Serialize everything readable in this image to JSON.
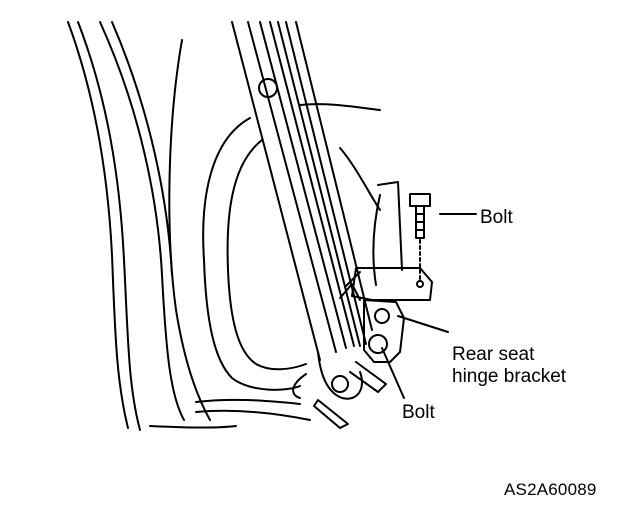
{
  "labels": {
    "bolt_top": "Bolt",
    "rear_seat_line1": "Rear seat",
    "rear_seat_line2": "hinge bracket",
    "bolt_bottom": "Bolt",
    "figure_code": "AS2A60089"
  },
  "colors": {
    "ink": "#000000",
    "paper": "#ffffff"
  }
}
